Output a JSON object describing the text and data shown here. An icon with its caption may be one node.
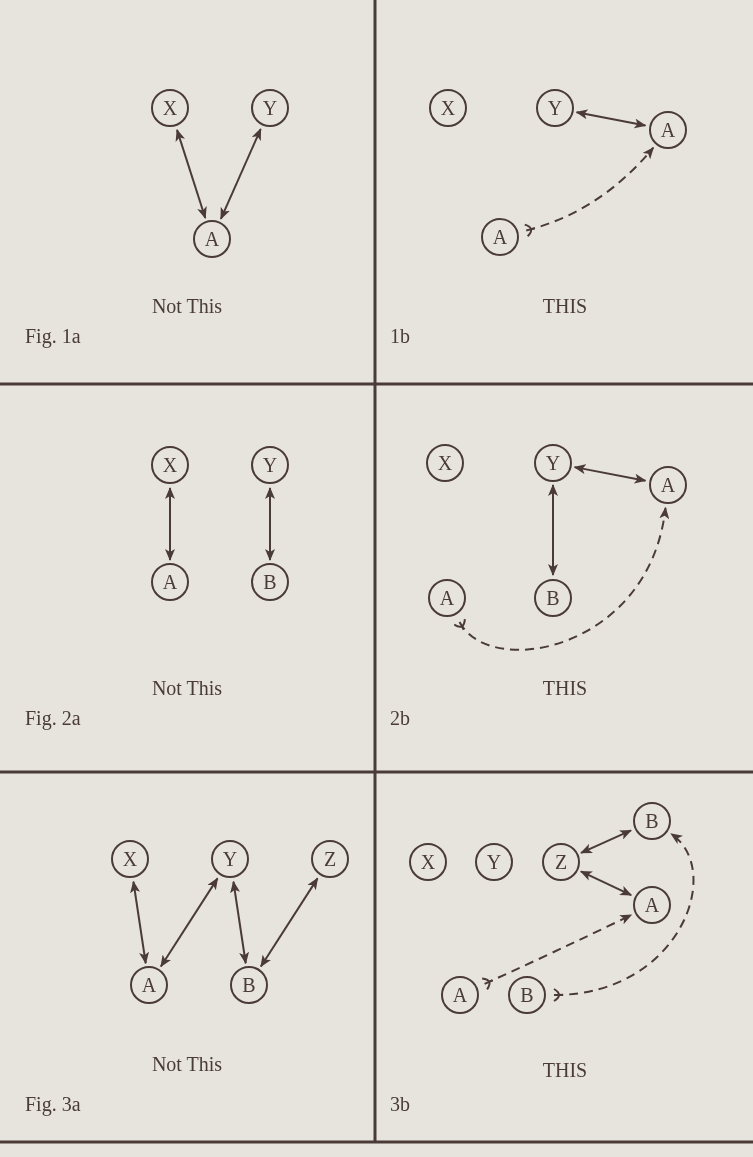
{
  "diagram": {
    "nodes": [
      {
        "text": [
          "X"
        ]
      },
      {
        "text": [
          "Y"
        ]
      },
      {
        "text": [
          "A"
        ]
      },
      {
        "text": [
          "X"
        ]
      },
      {
        "text": [
          "Y"
        ]
      },
      {
        "text": [
          "A"
        ]
      },
      {
        "text": [
          "A"
        ]
      },
      {
        "text": [
          "X"
        ]
      },
      {
        "text": [
          "Y"
        ]
      },
      {
        "text": [
          "A"
        ]
      },
      {
        "text": [
          "B"
        ]
      },
      {
        "text": [
          "X"
        ]
      },
      {
        "text": [
          "Y"
        ]
      },
      {
        "text": [
          "A"
        ]
      },
      {
        "text": [
          "A"
        ]
      },
      {
        "text": [
          "B"
        ]
      },
      {
        "text": [
          "X"
        ]
      },
      {
        "text": [
          "Y"
        ]
      },
      {
        "text": [
          "Z"
        ]
      },
      {
        "text": [
          "A"
        ]
      },
      {
        "text": [
          "B"
        ]
      },
      {
        "text": [
          "X"
        ]
      },
      {
        "text": [
          "Y"
        ]
      },
      {
        "text": [
          "Z"
        ]
      },
      {
        "text": [
          "B"
        ]
      },
      {
        "text": [
          "A"
        ]
      },
      {
        "text": [
          "A"
        ]
      },
      {
        "text": [
          "B"
        ]
      }
    ],
    "edges": [
      {
        "from": 2,
        "to": 0,
        "arrow": "both"
      },
      {
        "from": 2,
        "to": 1,
        "arrow": "both"
      },
      {
        "from": 4,
        "to": 5,
        "arrow": "both"
      },
      {
        "from": 6,
        "to": 5,
        "arrow": "to",
        "style": "dashed"
      },
      {
        "from": 9,
        "to": 7,
        "arrow": "both"
      },
      {
        "from": 10,
        "to": 8,
        "arrow": "both"
      },
      {
        "from": 12,
        "to": 13,
        "arrow": "both"
      },
      {
        "from": 12,
        "to": 15,
        "arrow": "both"
      },
      {
        "from": 14,
        "to": 13,
        "arrow": "to",
        "style": "dashed"
      },
      {
        "from": 19,
        "to": 16,
        "arrow": "both"
      },
      {
        "from": 19,
        "to": 17,
        "arrow": "both"
      },
      {
        "from": 20,
        "to": 17,
        "arrow": "both"
      },
      {
        "from": 20,
        "to": 18,
        "arrow": "both"
      },
      {
        "from": 23,
        "to": 24,
        "arrow": "both"
      },
      {
        "from": 23,
        "to": 25,
        "arrow": "both"
      },
      {
        "from": 26,
        "to": 25,
        "arrow": "to",
        "style": "dashed"
      },
      {
        "from": 27,
        "to": 24,
        "arrow": "to",
        "style": "dashed"
      }
    ],
    "labels": [
      "Not This",
      "Fig. 1a",
      "THIS",
      "1b",
      "Not This",
      "Fig. 2a",
      "THIS",
      "2b",
      "Not This",
      "Fig. 3a",
      "THIS",
      "3b"
    ]
  }
}
